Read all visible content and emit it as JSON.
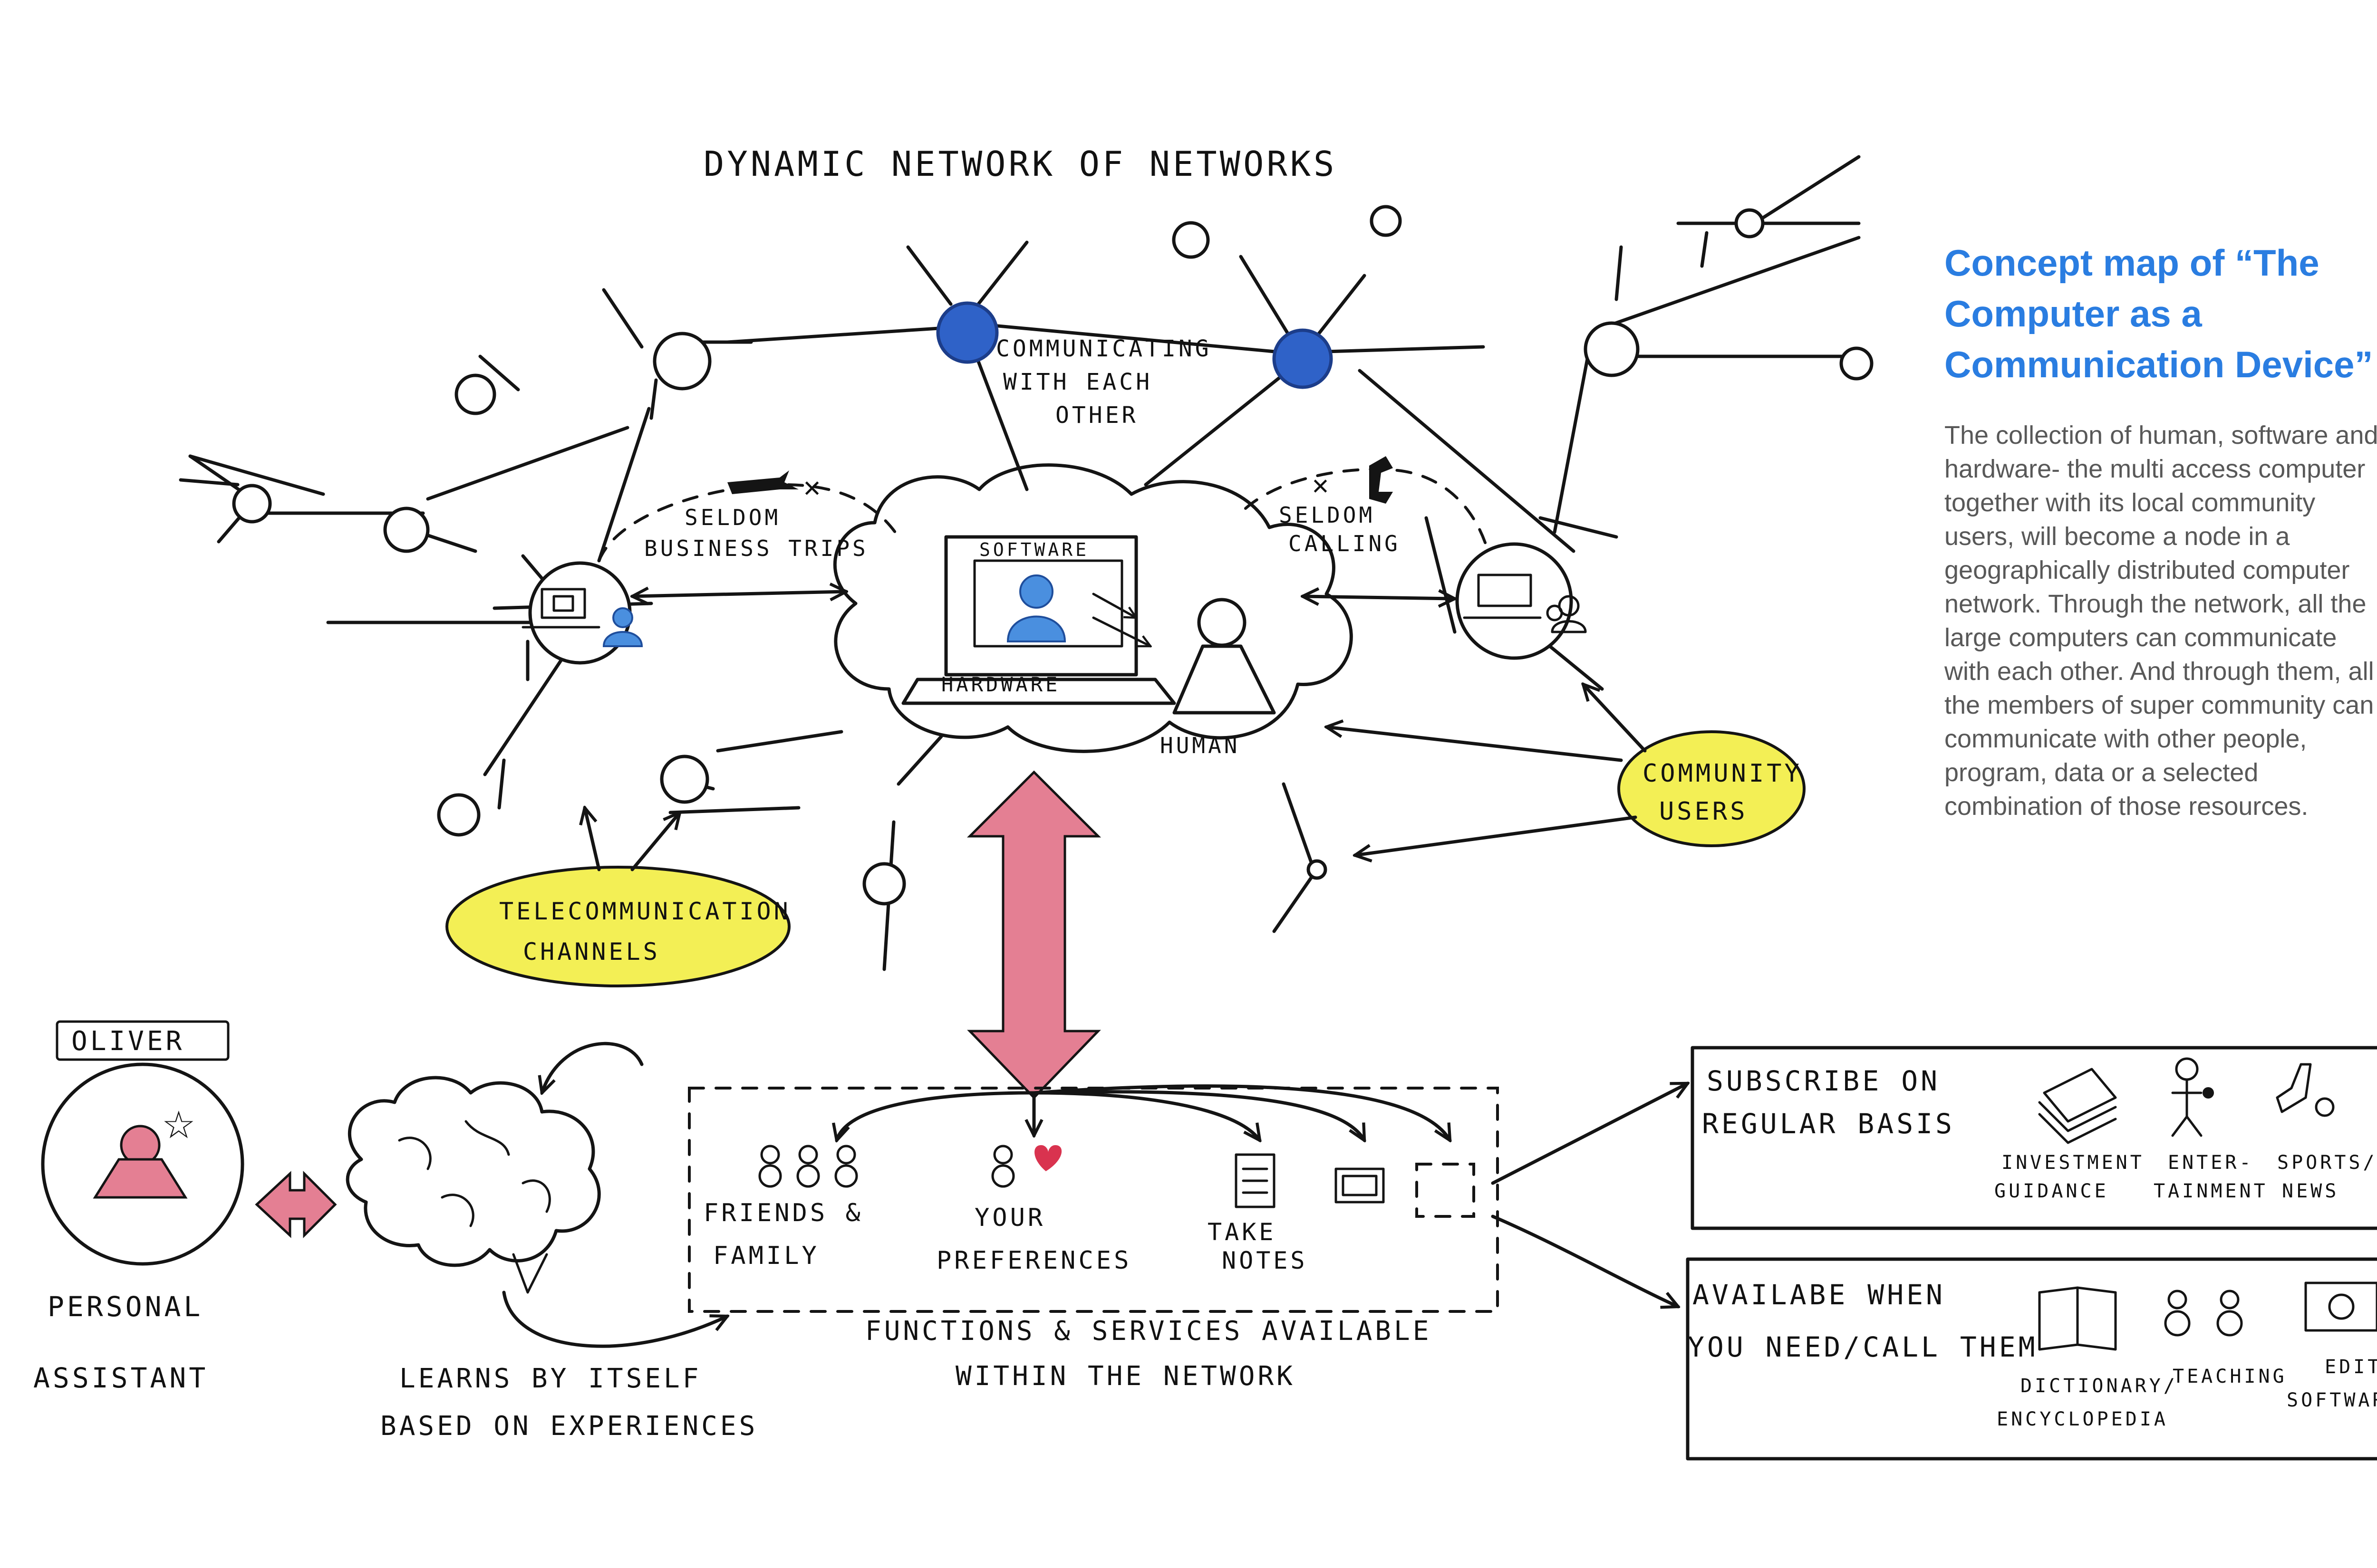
{
  "diagram": {
    "title": "DYNAMIC NETWORK OF NETWORKS",
    "labels": {
      "communicating": [
        "COMMUNICATING",
        "WITH EACH",
        "OTHER"
      ],
      "seldom_trips": [
        "SELDOM",
        "BUSINESS TRIPS"
      ],
      "seldom_calling": [
        "SELDOM",
        "CALLING"
      ],
      "software": "SOFTWARE",
      "hardware": "HARDWARE",
      "human": "HUMAN",
      "community_users": [
        "COMMUNITY",
        "USERS"
      ],
      "telecom_channels": [
        "TELECOMMUNICATION",
        "CHANNELS"
      ],
      "oliver": "OLIVER",
      "personal_assistant": [
        "PERSONAL",
        "ASSISTANT"
      ],
      "learns": [
        "LEARNS BY ITSELF",
        "BASED ON EXPERIENCES"
      ],
      "friends_family": [
        "FRIENDS &",
        "FAMILY"
      ],
      "preferences": [
        "YOUR",
        "PREFERENCES"
      ],
      "take_notes": [
        "TAKE",
        "NOTES"
      ],
      "functions": [
        "FUNCTIONS & SERVICES AVAILABLE",
        "WITHIN THE NETWORK"
      ],
      "subscribe": [
        "SUBSCRIBE ON",
        "REGULAR BASIS"
      ],
      "investment": [
        "INVESTMENT",
        "GUIDANCE"
      ],
      "entertainment": [
        "ENTER-",
        "TAINMENT"
      ],
      "sports_news": [
        "SPORTS/",
        "NEWS"
      ],
      "available": [
        "AVAILABE WHEN",
        "YOU NEED/CALL THEM"
      ],
      "dictionary": [
        "DICTIONARY/",
        "ENCYCLOPEDIA"
      ],
      "teaching": "TEACHING",
      "editing": [
        "EDITING",
        "SOFTWARES"
      ]
    },
    "icons": [
      "airplane-icon",
      "phone-icon",
      "laptop-icon",
      "person-icon",
      "brain-icon",
      "star-icon",
      "friends-icon",
      "heart-icon",
      "notes-icon",
      "money-icon",
      "book-icon",
      "microphone-icon",
      "boot-icon"
    ],
    "colors": {
      "highlight_yellow": "#f3ef55",
      "pink_arrow": "#e47f93",
      "person_blue": "#4a8fdf",
      "node_blue": "#2f62c8"
    }
  },
  "side_panel": {
    "title": "Concept map of “The Computer as a Communication Device”",
    "body": "The collection of human, software and hardware- the multi access computer together with its local community users, will become a node in a geographically distributed computer network. Through the network, all the large computers can communicate with each other. And through them, all the members of super community can communicate with other people, program, data or a selected combination of those resources.",
    "title_color": "#2a7de1",
    "body_color": "#585858"
  }
}
